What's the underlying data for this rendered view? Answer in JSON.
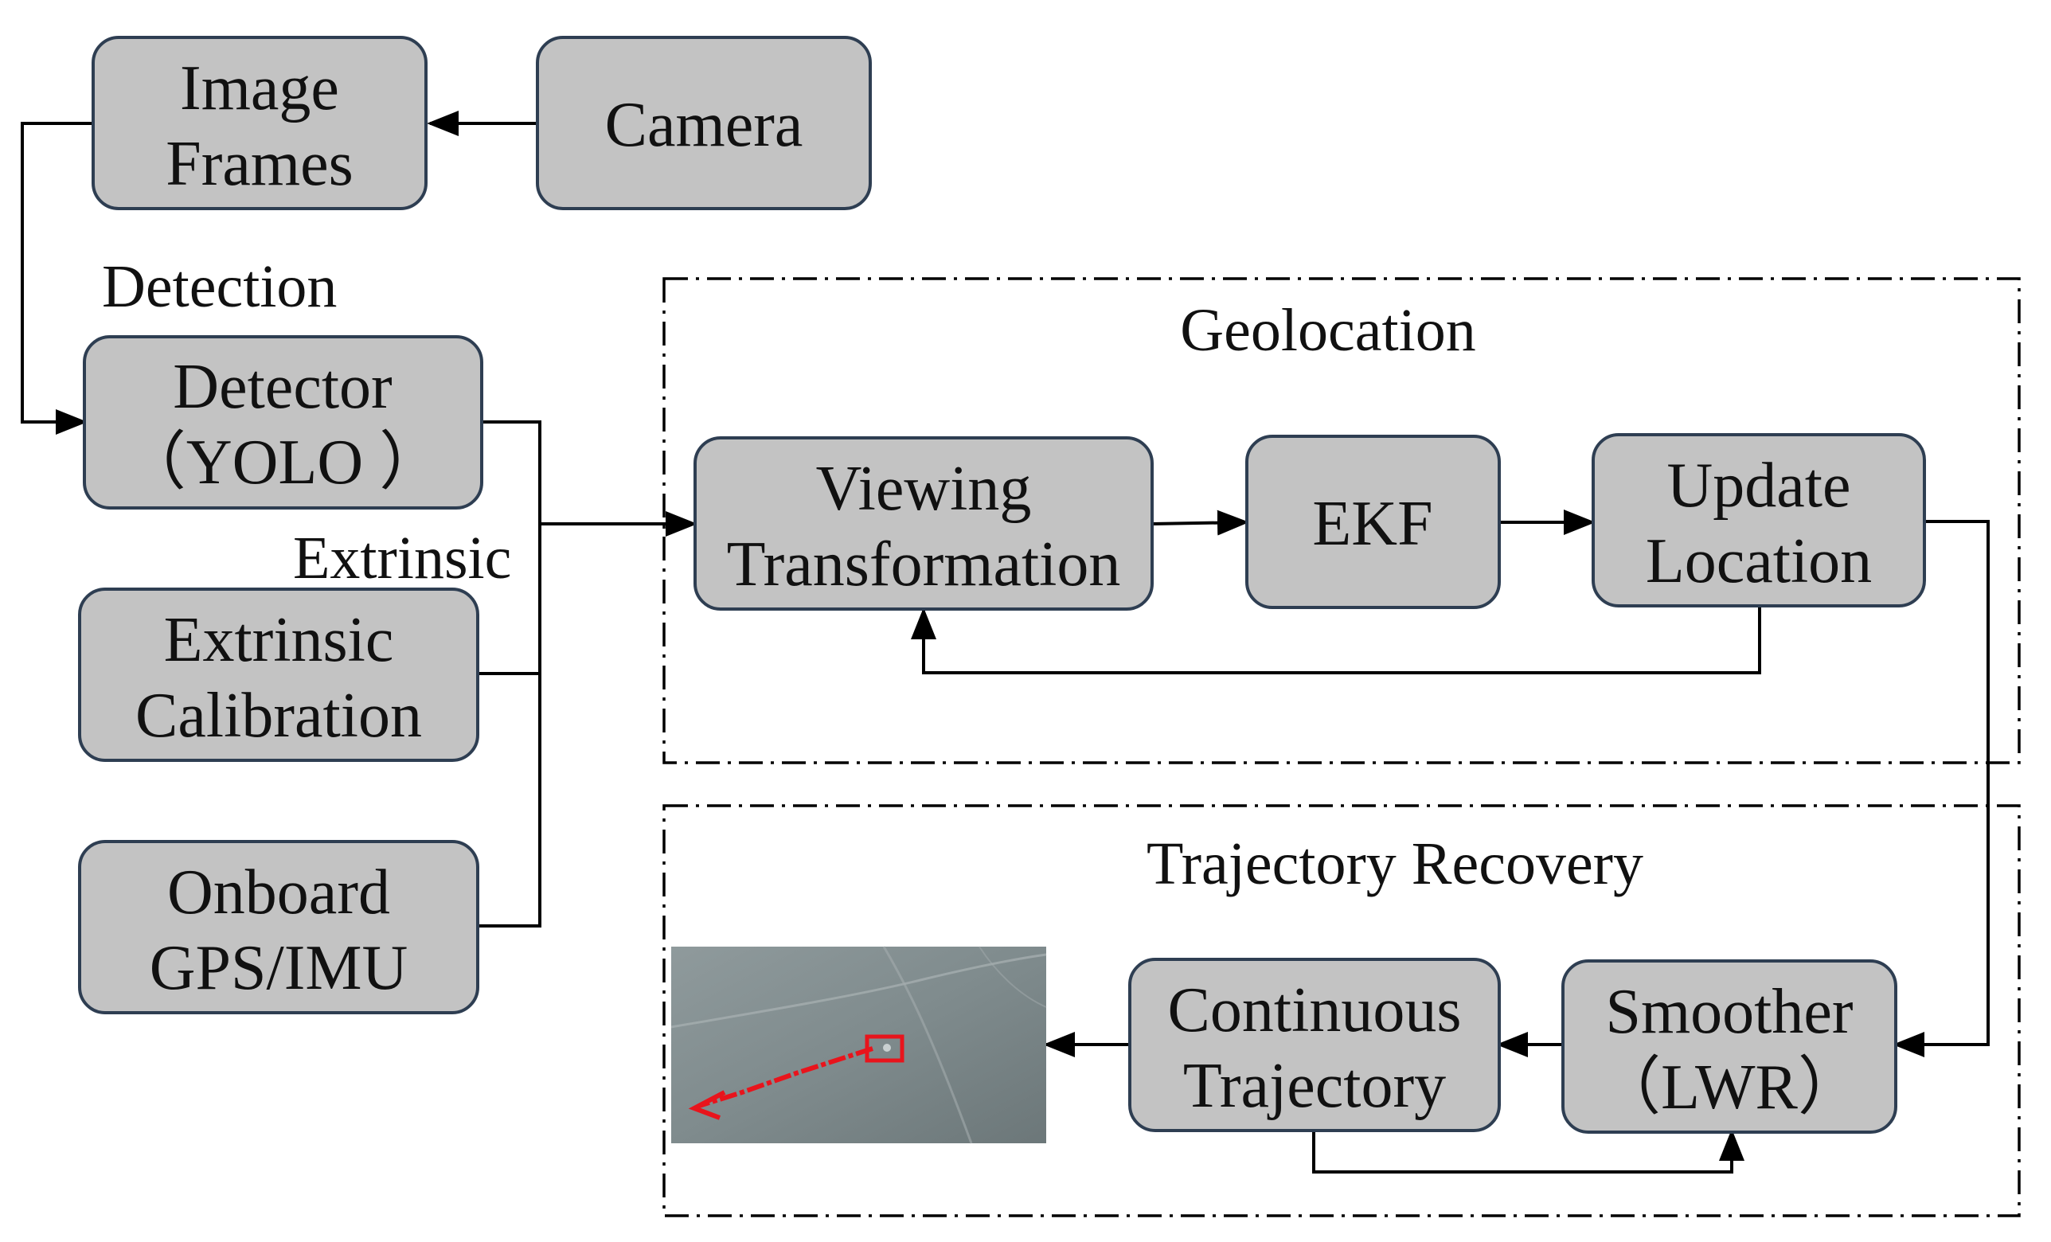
{
  "boxes": {
    "image_frames": [
      "Image",
      "Frames"
    ],
    "camera": [
      "Camera"
    ],
    "detector": [
      "Detector",
      "（YOLO ）"
    ],
    "extrinsic_calibration": [
      "Extrinsic",
      "Calibration"
    ],
    "onboard_gps_imu": [
      "Onboard",
      "GPS/IMU"
    ],
    "viewing_transformation": [
      "Viewing",
      "Transformation"
    ],
    "ekf": [
      "EKF"
    ],
    "update_location": [
      "Update",
      "Location"
    ],
    "smoother": [
      "Smoother",
      "（LWR）"
    ],
    "continuous_trajectory": [
      "Continuous",
      "Trajectory"
    ]
  },
  "labels": {
    "detection": "Detection",
    "extrinsic": "Extrinsic"
  },
  "groups": {
    "geolocation": "Geolocation",
    "trajectory_recovery": "Trajectory Recovery"
  },
  "colors": {
    "box_fill": "#c3c3c3",
    "box_stroke": "#2e3e52",
    "trajectory_red": "#e8141c"
  }
}
